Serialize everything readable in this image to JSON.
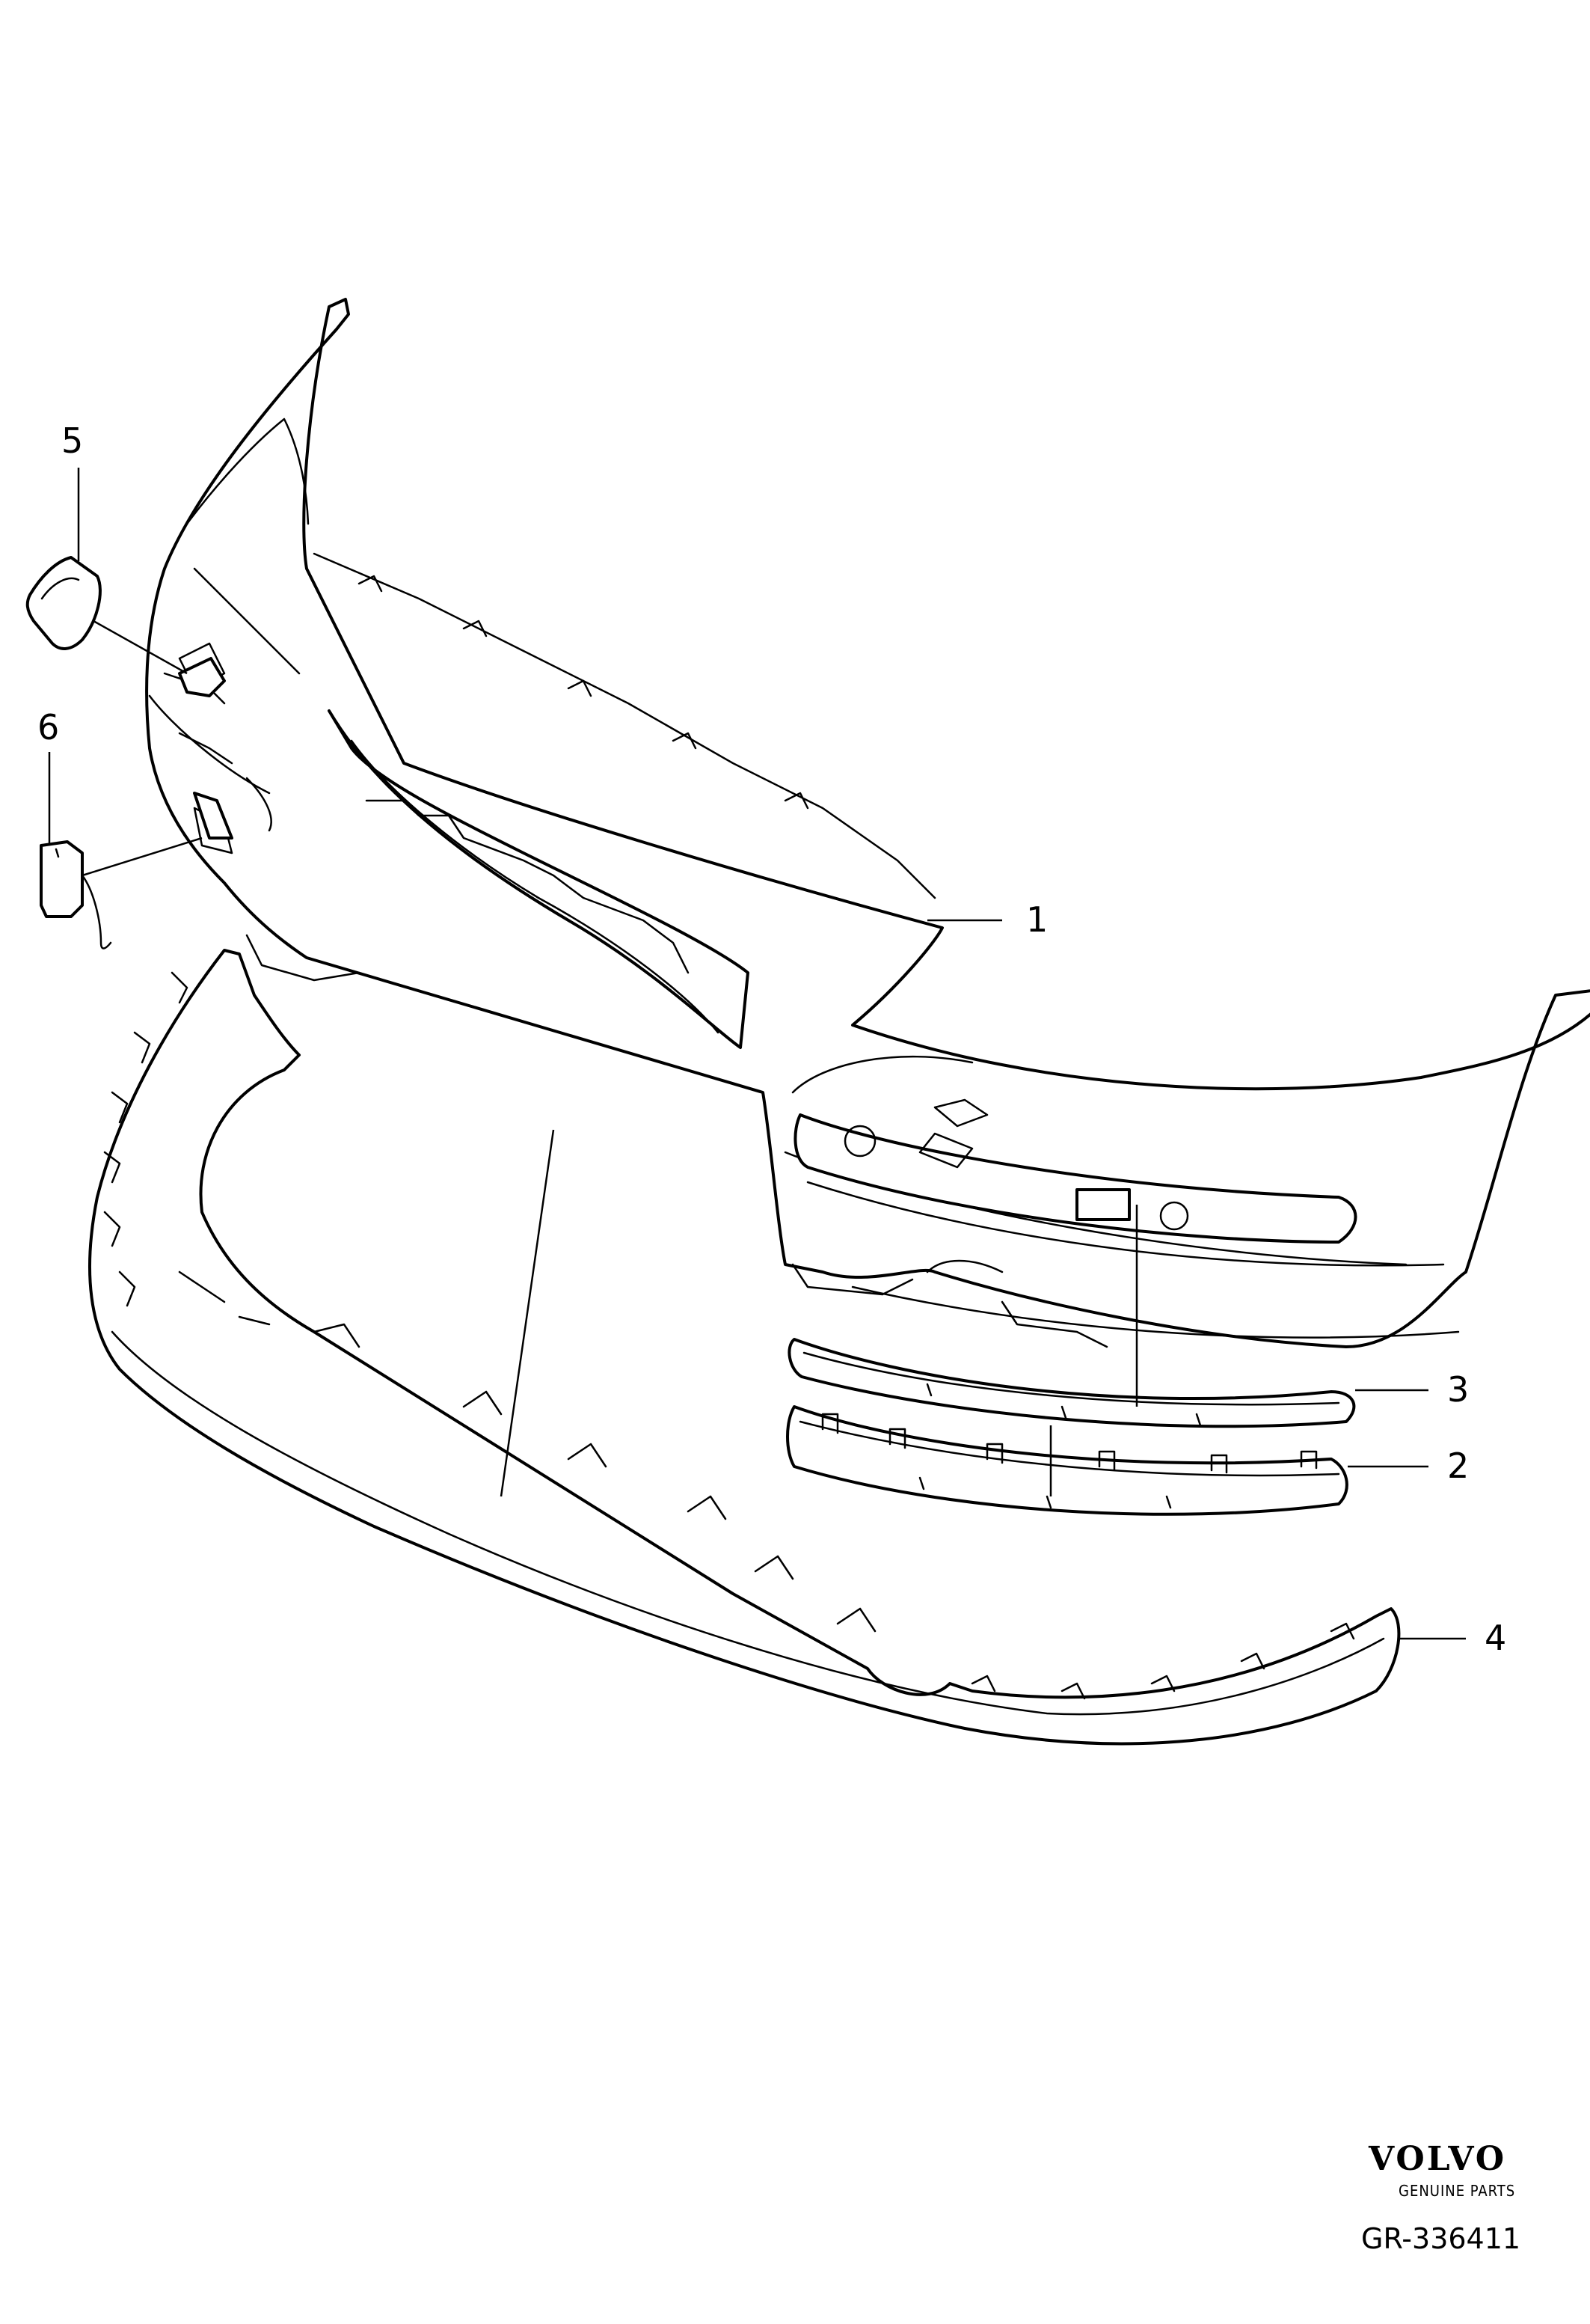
{
  "callouts": [
    "1",
    "2",
    "3",
    "4",
    "5",
    "6"
  ],
  "brand": {
    "name": "VOLVO",
    "tagline": "GENUINE PARTS"
  },
  "reference": "GR-336411"
}
